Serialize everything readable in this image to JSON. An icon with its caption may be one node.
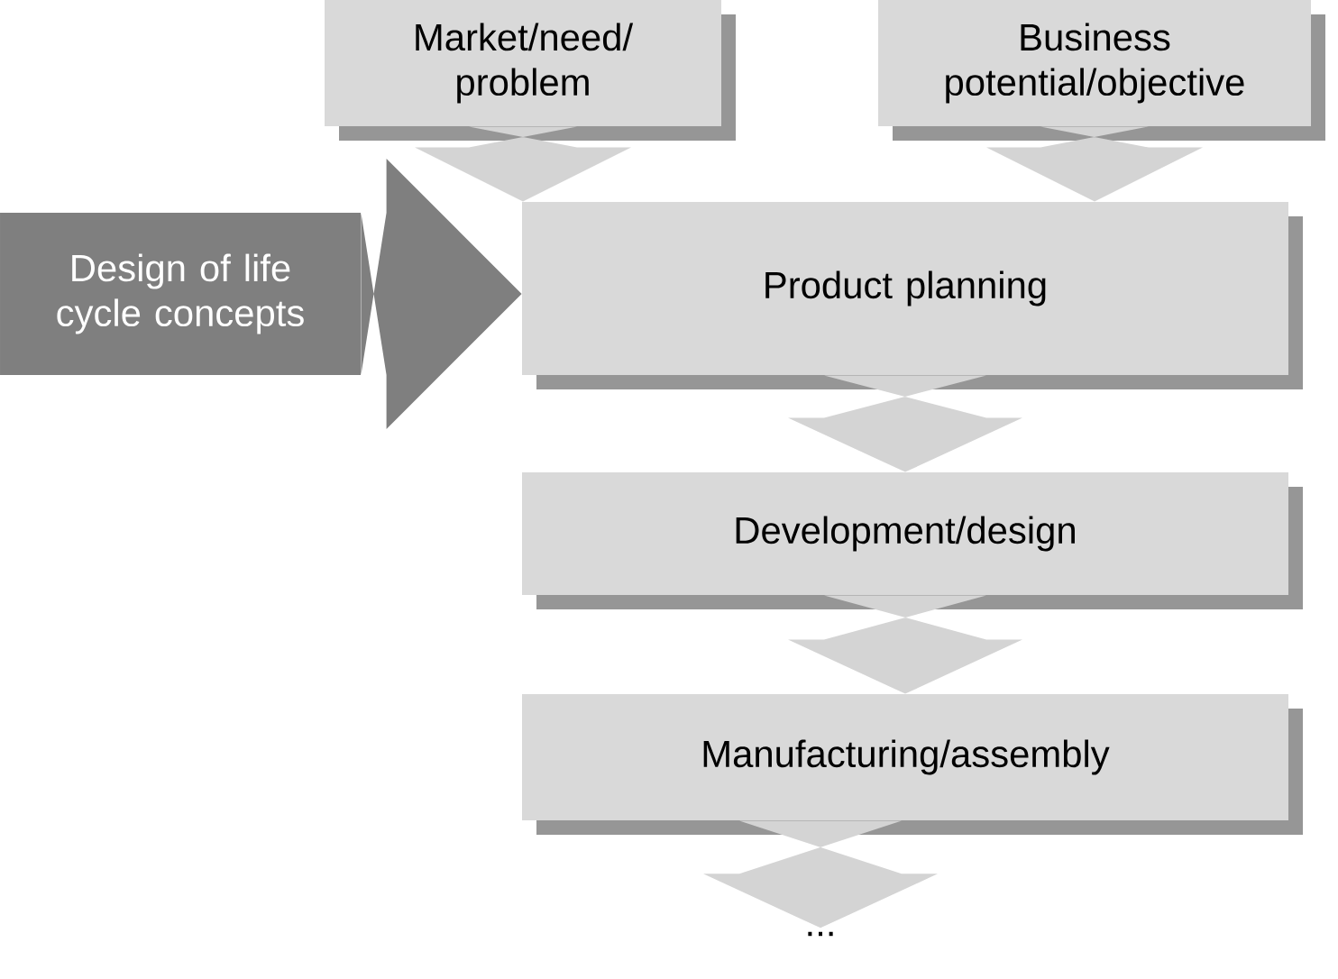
{
  "diagram": {
    "nodes": [
      {
        "text": [
          "Market/need/ problem"
        ]
      },
      {
        "text": [
          "Business potential/objective"
        ]
      },
      {
        "text": [
          "Design of life cycle concepts"
        ]
      },
      {
        "text": [
          "Product planning"
        ]
      },
      {
        "text": [
          "Development/design"
        ]
      },
      {
        "text": [
          "Manufacturing/assembly"
        ]
      },
      {
        "text": [
          "..."
        ]
      }
    ],
    "edges": [
      {
        "from": 0,
        "to": 3,
        "arrow": "to"
      },
      {
        "from": 1,
        "to": 3,
        "arrow": "to"
      },
      {
        "from": 2,
        "to": 3,
        "arrow": "to",
        "color": "#7f7f7f"
      },
      {
        "from": 3,
        "to": 4,
        "arrow": "to"
      },
      {
        "from": 4,
        "to": 5,
        "arrow": "to"
      },
      {
        "from": 5,
        "to": 6,
        "arrow": "to"
      }
    ]
  }
}
